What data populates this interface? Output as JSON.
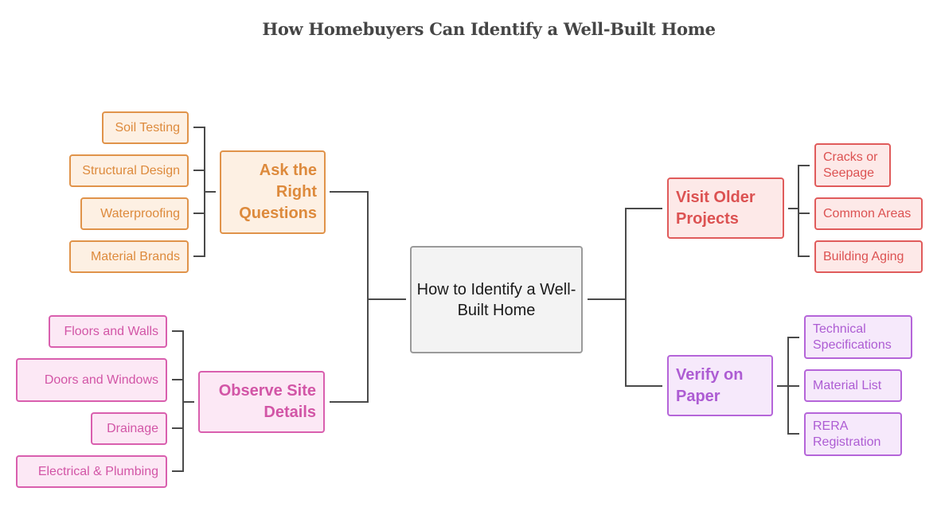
{
  "title": "How Homebuyers Can Identify a Well-Built Home",
  "center": "How to Identify a Well-Built Home",
  "branches": {
    "ask": {
      "label": "Ask the Right Questions",
      "color": "#dd8a3c",
      "items": [
        "Soil Testing",
        "Structural Design",
        "Waterproofing",
        "Material Brands"
      ]
    },
    "observe": {
      "label": "Observe Site Details",
      "color": "#d255a6",
      "items": [
        "Floors and Walls",
        "Doors and Windows",
        "Drainage",
        "Electrical & Plumbing"
      ]
    },
    "visit": {
      "label": "Visit Older Projects",
      "color": "#dc5252",
      "items": [
        "Cracks or Seepage",
        "Common Areas",
        "Building Aging"
      ]
    },
    "verify": {
      "label": "Verify on Paper",
      "color": "#ad5cd3",
      "items": [
        "Technical Specifications",
        "Material List",
        "RERA Registration"
      ]
    }
  }
}
